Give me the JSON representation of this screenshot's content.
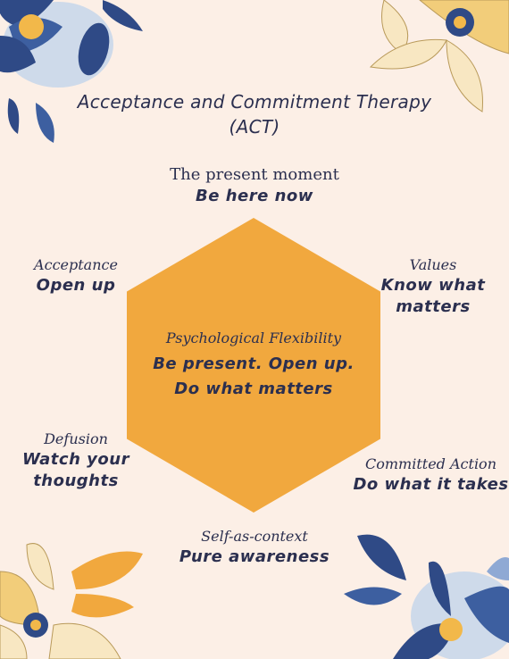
{
  "title": {
    "line1": "Acceptance and Commitment Therapy",
    "line2": "(ACT)"
  },
  "center": {
    "heading": "Psychological Flexibility",
    "line1": "Be present. Open up.",
    "line2": "Do what matters"
  },
  "nodes": {
    "present_moment": {
      "heading": "The present moment",
      "sub": "Be here now"
    },
    "acceptance": {
      "heading": "Acceptance",
      "sub": "Open up"
    },
    "values": {
      "heading": "Values",
      "sub1": "Know what",
      "sub2": "matters"
    },
    "defusion": {
      "heading": "Defusion",
      "sub1": "Watch your",
      "sub2": "thoughts"
    },
    "committed_action": {
      "heading": "Committed Action",
      "sub": "Do what it takes"
    },
    "self_as_context": {
      "heading": "Self-as-context",
      "sub": "Pure awareness"
    }
  },
  "colors": {
    "background": "#fcefe6",
    "hexagon": "#f1a83e",
    "text": "#2b2f4f",
    "flower_navy": "#2f4a86",
    "flower_blue": "#8fa9d4",
    "flower_yellow": "#f2cd7a",
    "flower_cream": "#f8e7c2"
  },
  "icons": [
    "floral-decoration-top-left",
    "floral-decoration-top-right",
    "floral-decoration-bottom-left",
    "floral-decoration-bottom-right"
  ]
}
